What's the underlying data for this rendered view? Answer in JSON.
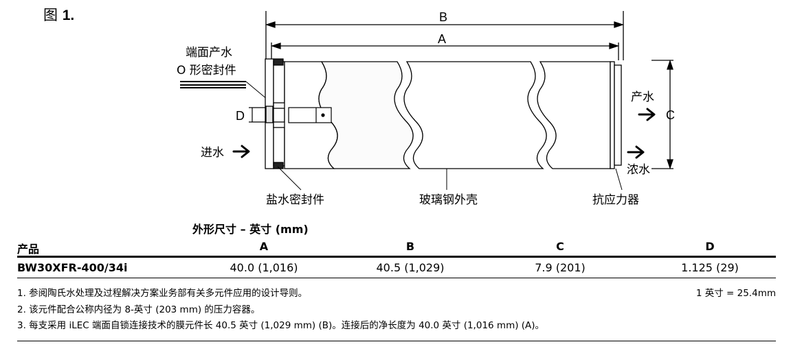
{
  "figure": {
    "label_prefix": "图",
    "label_number": "1."
  },
  "diagram": {
    "dim_b": "B",
    "dim_a": "A",
    "dim_c": "C",
    "dim_d": "D",
    "labels": {
      "product_end_1": "端面产水",
      "product_end_2": "O 形密封件",
      "feed": "进水",
      "brine_seal": "盐水密封件",
      "fiberglass": "玻璃钢外壳",
      "anti_telescoping": "抗应力器",
      "permeate": "产水",
      "concentrate": "浓水"
    }
  },
  "table": {
    "title": "外形尺寸 – 英寸 (mm)",
    "headers": [
      "产品",
      "A",
      "B",
      "C",
      "D"
    ],
    "rows": [
      [
        "BW30XFR-400/34i",
        "40.0 (1,016)",
        "40.5 (1,029)",
        "7.9 (201)",
        "1.125 (29)"
      ]
    ]
  },
  "notes": [
    "1. 参阅陶氏水处理及过程解决方案业务部有关多元件应用的设计导则。",
    "2. 该元件配合公称内径为 8-英寸 (203 mm) 的压力容器。",
    "3. 每支采用 iLEC 端面自锁连接技术的膜元件长 40.5 英寸 (1,029 mm) (B)。连接后的净长度为 40.0 英寸 (1,016 mm) (A)。"
  ],
  "unit_note": "1 英寸 = 25.4mm"
}
